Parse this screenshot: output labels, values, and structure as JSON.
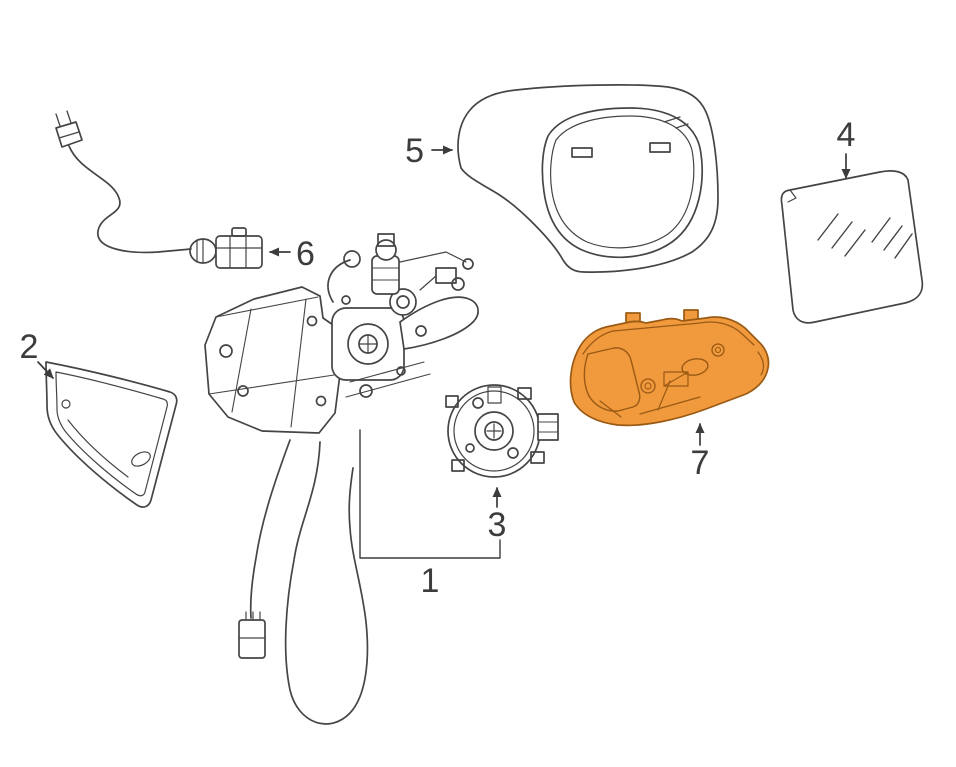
{
  "diagram": {
    "background_color": "#ffffff",
    "line_color": "#454545",
    "label_color": "#3c3c3c",
    "highlight_fill": "#f0993d",
    "highlight_stroke": "#9a5a14",
    "labels": {
      "part1": "1",
      "part2": "2",
      "part3": "3",
      "part4": "4",
      "part5": "5",
      "part6": "6",
      "part7": "7"
    }
  }
}
